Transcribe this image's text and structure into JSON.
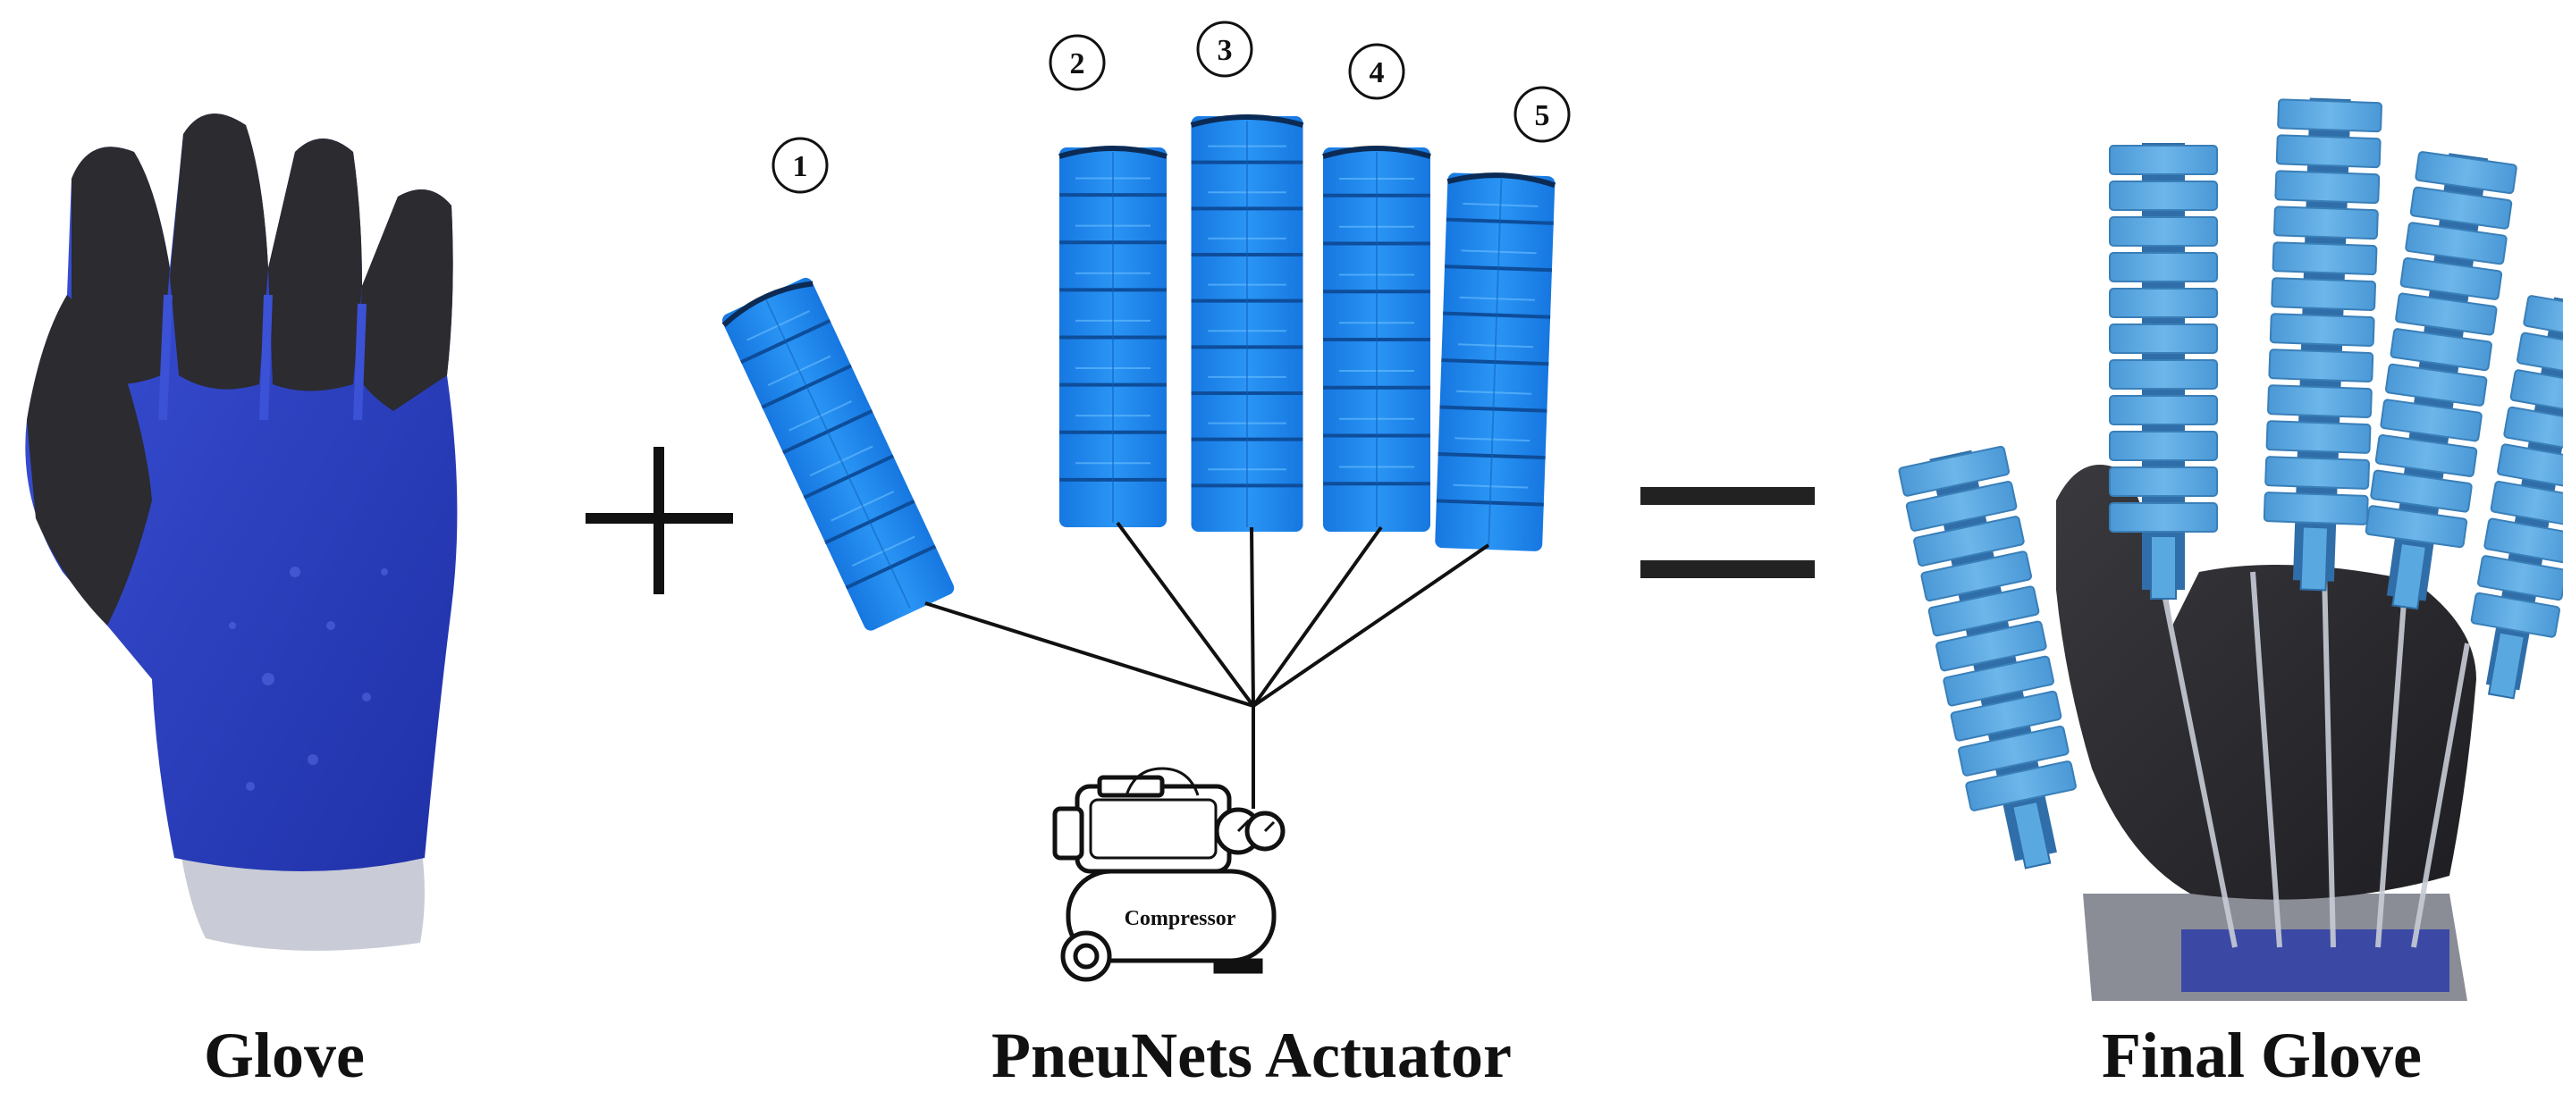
{
  "captions": {
    "glove": "Glove",
    "actuator": "PneuNets Actuator",
    "final": "Final Glove"
  },
  "actuator_numbers": [
    "1",
    "2",
    "3",
    "4",
    "5"
  ],
  "compressor_label": "Compressor",
  "operators": {
    "plus": "+",
    "equals": "="
  },
  "colors": {
    "glove_blue": "#2a3fc4",
    "glove_black": "#2b2b30",
    "actuator_blue": "#1e88f0",
    "final_actuator_blue": "#5aa8e0",
    "line": "#111111"
  }
}
